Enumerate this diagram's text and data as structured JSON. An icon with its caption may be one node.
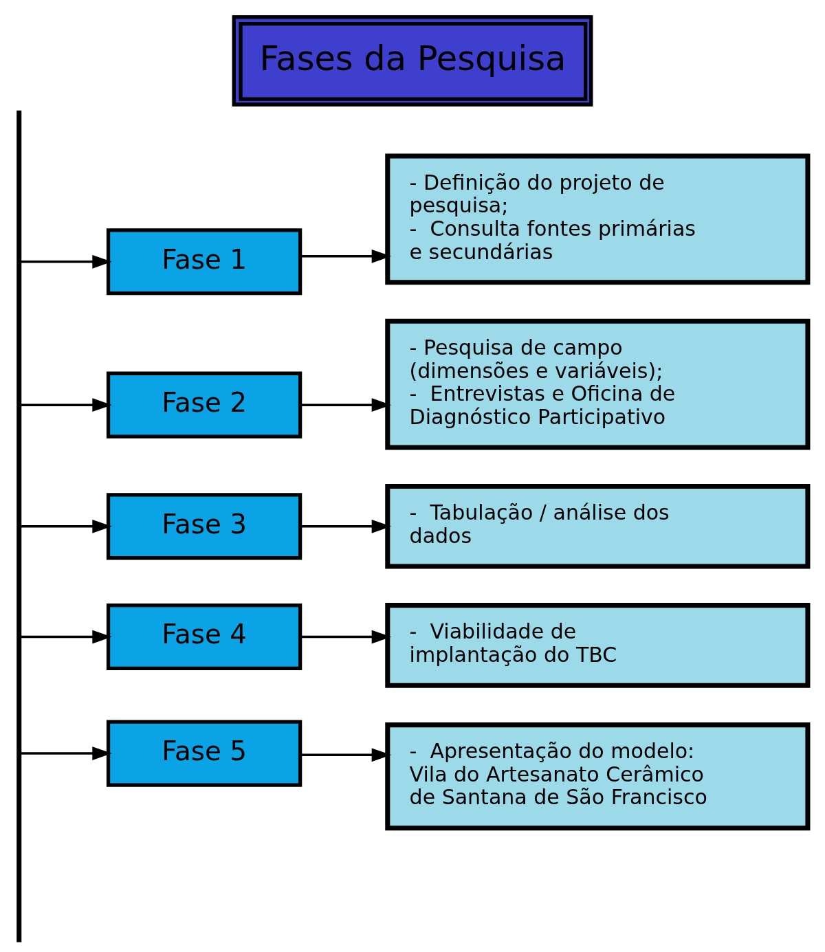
{
  "diagram": {
    "title": "Fases da Pesquisa",
    "nodes": [
      {
        "text": [],
        "shape": "bar"
      },
      {
        "text": [
          "Fase 1"
        ]
      },
      {
        "text": [
          "- Definição do projeto de pesquisa;",
          "-  Consulta fontes primárias e secundárias"
        ]
      },
      {
        "text": [
          "Fase 2"
        ]
      },
      {
        "text": [
          "- Pesquisa de campo (dimensões e variáveis);",
          "-  Entrevistas e Oficina de Diagnóstico Participativo"
        ]
      },
      {
        "text": [
          "Fase 3"
        ]
      },
      {
        "text": [
          "-  Tabulação / análise dos dados"
        ]
      },
      {
        "text": [
          "Fase 4"
        ]
      },
      {
        "text": [
          "-  Viabilidade de implantação do TBC"
        ]
      },
      {
        "text": [
          "Fase 5"
        ]
      },
      {
        "text": [
          "-  Apresentação do modelo: Vila do Artesanato Cerâmico de Santana de São Francisco"
        ]
      }
    ],
    "edges": [
      {
        "from": 0,
        "to": 1,
        "arrow": "to"
      },
      {
        "from": 0,
        "to": 3,
        "arrow": "to"
      },
      {
        "from": 0,
        "to": 5,
        "arrow": "to"
      },
      {
        "from": 0,
        "to": 7,
        "arrow": "to"
      },
      {
        "from": 0,
        "to": 9,
        "arrow": "to"
      },
      {
        "from": 1,
        "to": 2,
        "arrow": "to"
      },
      {
        "from": 3,
        "to": 4,
        "arrow": "to"
      },
      {
        "from": 5,
        "to": 6,
        "arrow": "to"
      },
      {
        "from": 7,
        "to": 8,
        "arrow": "to"
      },
      {
        "from": 9,
        "to": 10,
        "arrow": "to"
      }
    ]
  }
}
